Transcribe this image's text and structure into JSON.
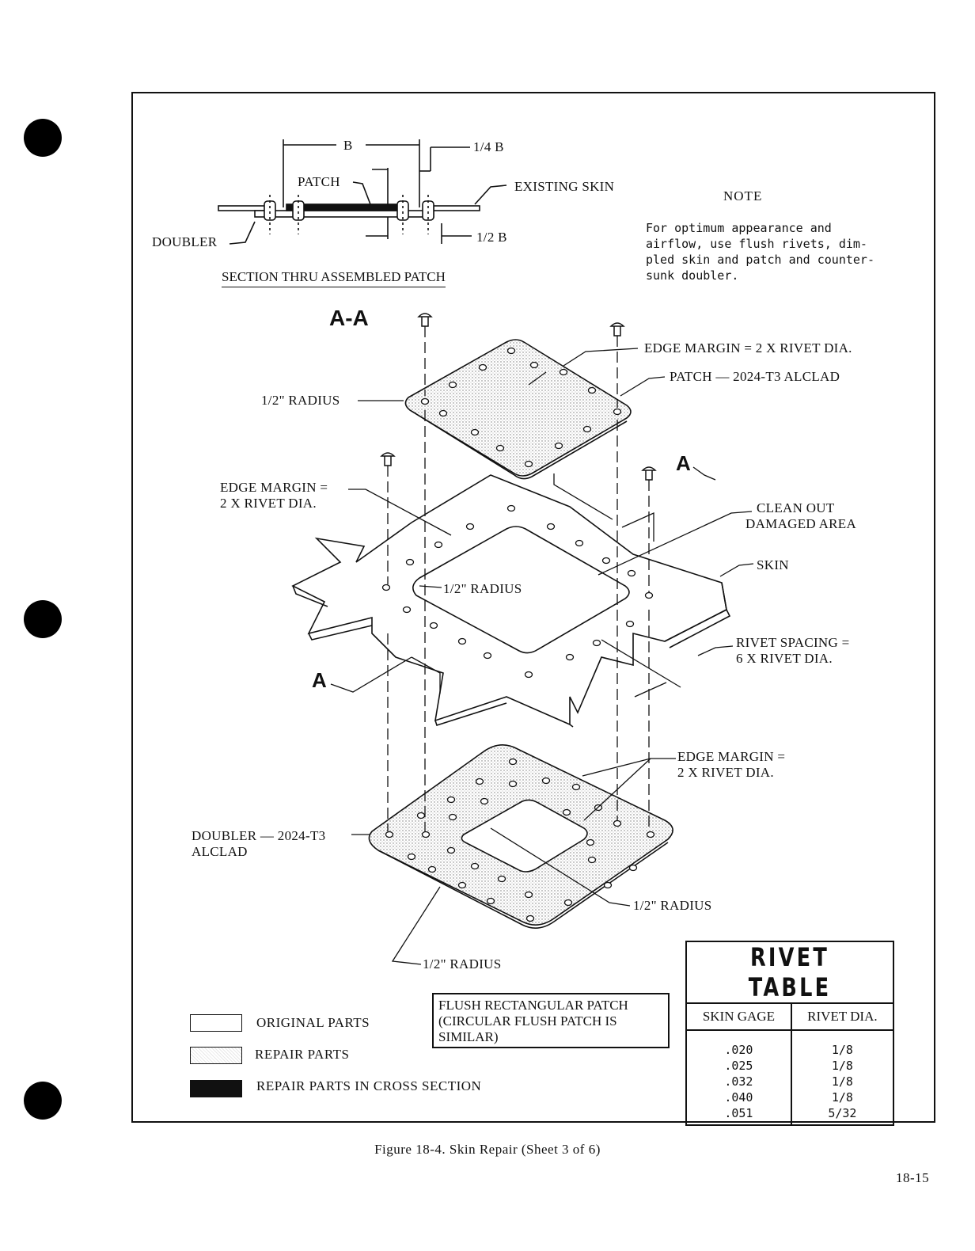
{
  "section": {
    "b_label": "B",
    "quarter_b": "1/4 B",
    "half_b": "1/2 B",
    "patch_label": "PATCH",
    "existing_skin": "EXISTING SKIN",
    "doubler_label": "DOUBLER",
    "title": "SECTION THRU ASSEMBLED PATCH"
  },
  "note": {
    "title": "NOTE",
    "body": "For optimum appearance and airflow, use flush rivets, dim-pled skin and patch and counter-sunk doubler."
  },
  "view": {
    "section_marker": "A-A",
    "a_marker": "A"
  },
  "callouts": {
    "edge_margin_top": "EDGE MARGIN = 2 X RIVET DIA.",
    "patch_material": "PATCH — 2024-T3 ALCLAD",
    "radius_patch": "1/2\" RADIUS",
    "edge_margin_skin_1": "EDGE MARGIN =",
    "edge_margin_skin_2": "2 X RIVET DIA.",
    "clean_out_1": "CLEAN OUT",
    "clean_out_2": "DAMAGED AREA",
    "skin": "SKIN",
    "radius_skin": "1/2\" RADIUS",
    "rivet_spacing_1": "RIVET SPACING =",
    "rivet_spacing_2": "6 X RIVET DIA.",
    "edge_margin_doubler_1": "EDGE MARGIN =",
    "edge_margin_doubler_2": "2 X RIVET DIA.",
    "doubler_material_1": "DOUBLER — 2024-T3",
    "doubler_material_2": "ALCLAD",
    "radius_doubler_inner": "1/2\" RADIUS",
    "radius_doubler_outer": "1/2\" RADIUS"
  },
  "legend": {
    "original": "ORIGINAL PARTS",
    "repair": "REPAIR PARTS",
    "cross_section": "REPAIR PARTS IN CROSS SECTION"
  },
  "callout_box": {
    "line1": "FLUSH RECTANGULAR PATCH",
    "line2": "(CIRCULAR FLUSH PATCH IS",
    "line3": "SIMILAR)"
  },
  "rivet_table": {
    "title": "RIVET TABLE",
    "col_skin": "SKIN GAGE",
    "col_rivet": "RIVET DIA.",
    "rows": [
      {
        "gage": ".020",
        "dia": "1/8"
      },
      {
        "gage": ".025",
        "dia": "1/8"
      },
      {
        "gage": ".032",
        "dia": "1/8"
      },
      {
        "gage": ".040",
        "dia": "1/8"
      },
      {
        "gage": ".051",
        "dia": "5/32"
      }
    ]
  },
  "caption": "Figure 18-4.  Skin Repair (Sheet 3 of 6)",
  "page_number": "18-15"
}
